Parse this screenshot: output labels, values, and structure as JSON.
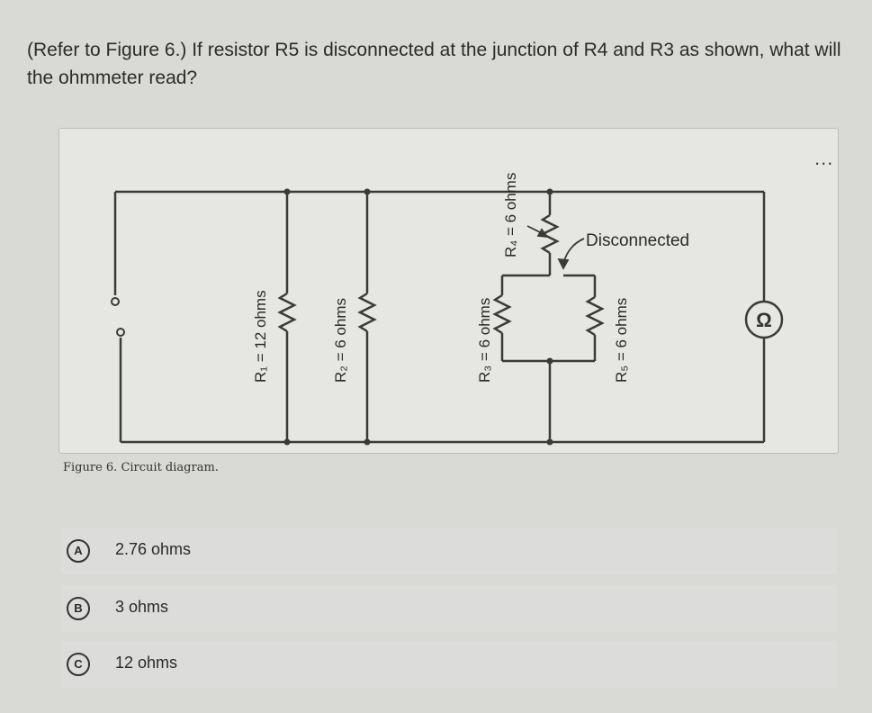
{
  "question": {
    "text": "(Refer to Figure 6.) If resistor R5 is disconnected at the junction of R4 and R3 as shown, what will the ohmmeter read?"
  },
  "figure": {
    "caption": "Figure 6. Circuit diagram.",
    "labels": {
      "r1": "R₁ = 12 ohms",
      "r2": "R₂ = 6 ohms",
      "r3": "R₃ = 6 ohms",
      "r4": "R₄ = 6 ohms",
      "r5": "R₅ = 6 ohms",
      "disconnected": "Disconnected",
      "ohmmeter": "Ω"
    }
  },
  "menu": {
    "more_label": "..."
  },
  "options": [
    {
      "letter": "A",
      "text": "2.76 ohms"
    },
    {
      "letter": "B",
      "text": "3 ohms"
    },
    {
      "letter": "C",
      "text": "12 ohms"
    }
  ],
  "colors": {
    "background": "#d9d9d6",
    "card": "#e6e6e3",
    "wire": "#3a3a3a"
  }
}
